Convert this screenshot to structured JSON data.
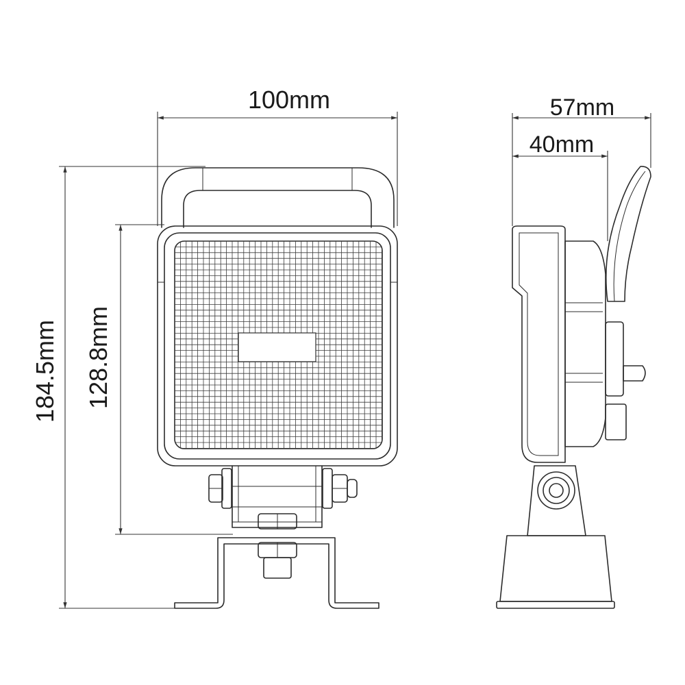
{
  "dimensions": {
    "width": "100mm",
    "height_total": "184.5mm",
    "height_lens": "128.8mm",
    "depth_total": "57mm",
    "depth_body": "40mm"
  }
}
